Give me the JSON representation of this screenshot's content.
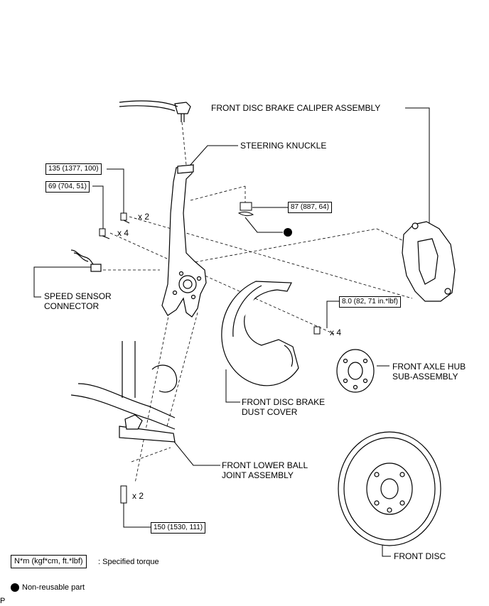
{
  "labels": {
    "caliper": "FRONT DISC BRAKE CALIPER ASSEMBLY",
    "knuckle": "STEERING KNUCKLE",
    "speed_sensor_1": "SPEED SENSOR",
    "speed_sensor_2": "CONNECTOR",
    "axle_hub_1": "FRONT AXLE HUB",
    "axle_hub_2": "SUB-ASSEMBLY",
    "dust_cover_1": "FRONT DISC BRAKE",
    "dust_cover_2": "DUST COVER",
    "ball_joint_1": "FRONT LOWER BALL",
    "ball_joint_2": "JOINT ASSEMBLY",
    "front_disc": "FRONT DISC"
  },
  "torques": {
    "t135": "135 (1377, 100)",
    "t69": "69 (704, 51)",
    "t87": "87 (887, 64)",
    "t8": "8.0 (82, 71 in.*lbf)",
    "t150": "150 (1530, 111)"
  },
  "quantities": {
    "q_135": "x 2",
    "q_69": "x 4",
    "q_8": "x 4",
    "q_150": "x 2"
  },
  "legend": {
    "unit": "N*m (kgf*cm, ft.*lbf)",
    "unit_desc": ": Specified torque",
    "nonreusable": "Non-reusable part"
  },
  "corner_mark": "P"
}
